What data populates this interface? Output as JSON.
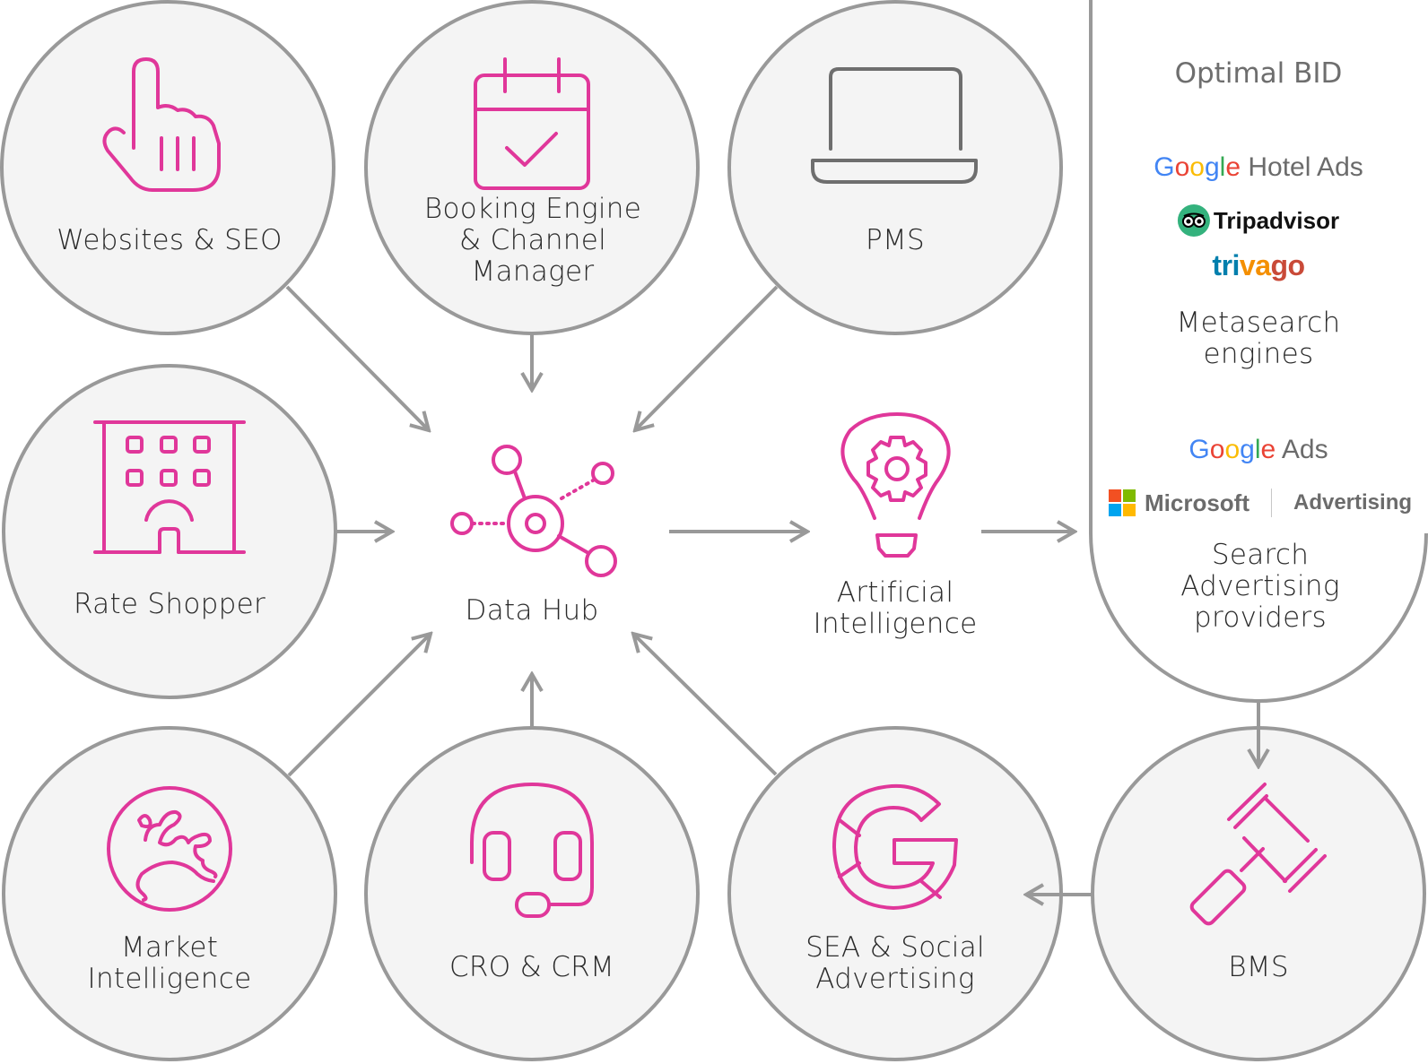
{
  "colors": {
    "accent": "#e0379a",
    "circle_fill": "#f4f4f4",
    "circle_stroke": "#999999",
    "arrow": "#999999",
    "text": "#2a2a2a",
    "pms_icon": "#6e6e6e"
  },
  "nodes": {
    "websites_seo": {
      "label": "Websites & SEO",
      "icon": "pointing-hand-icon"
    },
    "booking_engine": {
      "label": "Booking Engine\n& Channel\nManager",
      "icon": "calendar-check-icon"
    },
    "pms": {
      "label": "PMS",
      "icon": "laptop-icon"
    },
    "rate_shopper": {
      "label": "Rate Shopper",
      "icon": "hotel-building-icon"
    },
    "data_hub": {
      "label": "Data Hub",
      "icon": "network-hub-icon"
    },
    "artificial_intelligence": {
      "label": "Artificial\nIntelligence",
      "icon": "lightbulb-gear-icon"
    },
    "market_intelligence": {
      "label": "Market\nIntelligence",
      "icon": "globe-icon"
    },
    "cro_crm": {
      "label": "CRO & CRM",
      "icon": "headset-icon"
    },
    "sea_social": {
      "label": "SEA & Social\nAdvertising",
      "icon": "google-g-icon"
    },
    "bms": {
      "label": "BMS",
      "icon": "gavel-icon"
    }
  },
  "panel": {
    "title": "Optimal BID",
    "metasearch": {
      "logos": {
        "google_hotel_ads": {
          "google": [
            "G",
            "o",
            "o",
            "g",
            "l",
            "e"
          ],
          "suffix": "Hotel Ads"
        },
        "tripadvisor": "Tripadvisor",
        "trivago": [
          "tri",
          "va",
          "go"
        ]
      },
      "label": "Metasearch\nengines"
    },
    "search_advertising": {
      "logos": {
        "google_ads": {
          "google": [
            "G",
            "o",
            "o",
            "g",
            "l",
            "e"
          ],
          "suffix": "Ads"
        },
        "microsoft": "Microsoft",
        "advertising": "Advertising"
      },
      "label": "Search\nAdvertising\nproviders"
    }
  },
  "edges": [
    {
      "from": "Websites & SEO",
      "to": "Data Hub"
    },
    {
      "from": "Booking Engine & Channel Manager",
      "to": "Data Hub"
    },
    {
      "from": "PMS",
      "to": "Data Hub"
    },
    {
      "from": "Rate Shopper",
      "to": "Data Hub"
    },
    {
      "from": "Market Intelligence",
      "to": "Data Hub"
    },
    {
      "from": "CRO & CRM",
      "to": "Data Hub"
    },
    {
      "from": "SEA & Social Advertising",
      "to": "Data Hub"
    },
    {
      "from": "Data Hub",
      "to": "Artificial Intelligence"
    },
    {
      "from": "Artificial Intelligence",
      "to": "Optimal BID"
    },
    {
      "from": "Optimal BID",
      "to": "BMS"
    },
    {
      "from": "BMS",
      "to": "SEA & Social Advertising"
    }
  ]
}
